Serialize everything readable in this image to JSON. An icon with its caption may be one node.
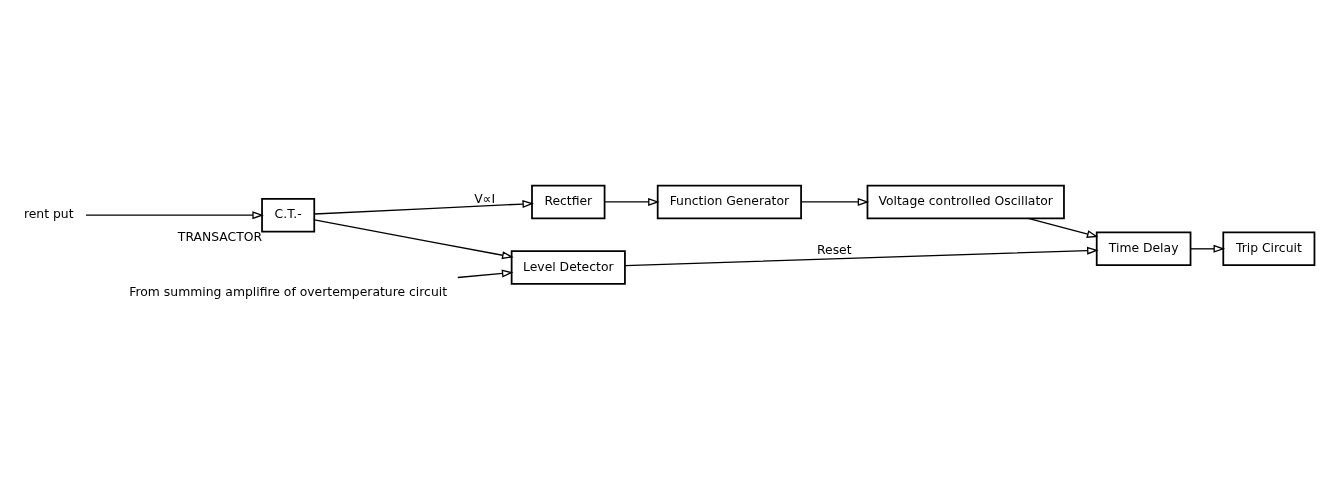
{
  "diagram": {
    "nodes": [
      {
        "text": [
          "rent put"
        ]
      },
      {
        "text": [
          "C.T.-"
        ],
        "beside": [
          "TRANSACTOR"
        ]
      },
      {
        "text": [
          "Rectfier"
        ]
      },
      {
        "text": [
          "Function Generator"
        ]
      },
      {
        "text": [
          "Voltage controlled Oscillator"
        ]
      },
      {
        "text": [
          "Level Detector"
        ]
      },
      {
        "text": [
          "Time Delay"
        ]
      },
      {
        "text": [
          "Trip Circuit"
        ]
      },
      {
        "text": [
          "From summing amplifire of overtemperature circuit"
        ]
      }
    ],
    "edges": [
      {
        "from": 0,
        "to": 1,
        "arrow": "to"
      },
      {
        "from": 1,
        "to": 2,
        "arrow": "to",
        "label": "V∝I"
      },
      {
        "from": 1,
        "to": 5,
        "arrow": "to"
      },
      {
        "from": 2,
        "to": 3,
        "arrow": "to"
      },
      {
        "from": 3,
        "to": 4,
        "arrow": "to"
      },
      {
        "from": 4,
        "to": 6,
        "arrow": "to"
      },
      {
        "from": 5,
        "to": 6,
        "arrow": "to",
        "label": "Reset"
      },
      {
        "from": 6,
        "to": 7,
        "arrow": "to"
      },
      {
        "from": 8,
        "to": 5,
        "arrow": "to"
      }
    ]
  }
}
